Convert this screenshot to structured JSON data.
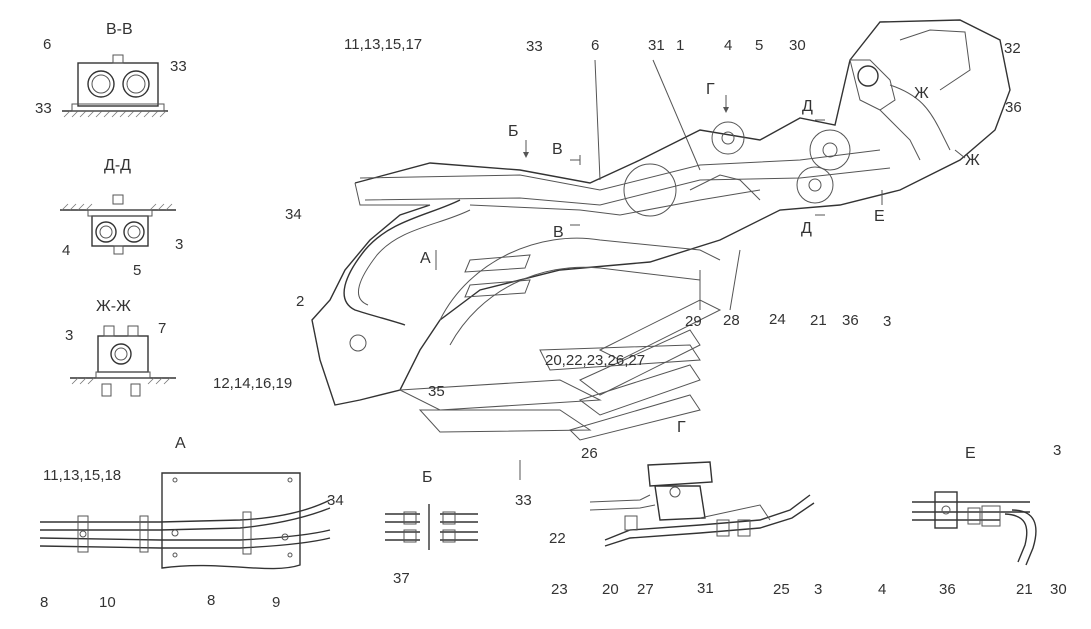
{
  "sections": {
    "vv": "В-В",
    "dd": "Д-Д",
    "zhzh": "Ж-Ж",
    "a": "А",
    "b": "Б",
    "g": "Г",
    "e": "Е"
  },
  "main_markers": {
    "b": "Б",
    "v_top": "В",
    "v_bottom": "В",
    "g": "Г",
    "d_top": "Д",
    "d_bottom": "Д",
    "zh": "Ж",
    "zh_right": "Ж",
    "e": "Е",
    "a": "А"
  },
  "callouts": {
    "c6_vv": "6",
    "c33_vv_right": "33",
    "c33_vv_left": "33",
    "c4_dd": "4",
    "c3_dd": "3",
    "c5_dd": "5",
    "c3_zh": "3",
    "c7_zh": "7",
    "top_11_13_15_17": "11,13,15,17",
    "top_33": "33",
    "top_6": "6",
    "top_31": "31",
    "top_1": "1",
    "top_4": "4",
    "top_5": "5",
    "top_30": "30",
    "right_32": "32",
    "right_36": "36",
    "left_34": "34",
    "left_2": "2",
    "left_12_14_16_19": "12,14,16,19",
    "c35": "35",
    "c29": "29",
    "c28": "28",
    "c24": "24",
    "c21": "21",
    "c36_mid": "36",
    "c3_mid": "3",
    "c20_22_23_26_27": "20,22,23,26,27",
    "a_11_13_15_18": "11,13,15,18",
    "a_34": "34",
    "a_8_left": "8",
    "a_10": "10",
    "a_8_right": "8",
    "a_9": "9",
    "b_37": "37",
    "g_26": "26",
    "g_33": "33",
    "g_22": "22",
    "g_23": "23",
    "g_20": "20",
    "g_27": "27",
    "g_31": "31",
    "g_25": "25",
    "g_3": "3",
    "e_3": "3",
    "e_4": "4",
    "e_36": "36",
    "e_21": "21",
    "e_30": "30"
  }
}
